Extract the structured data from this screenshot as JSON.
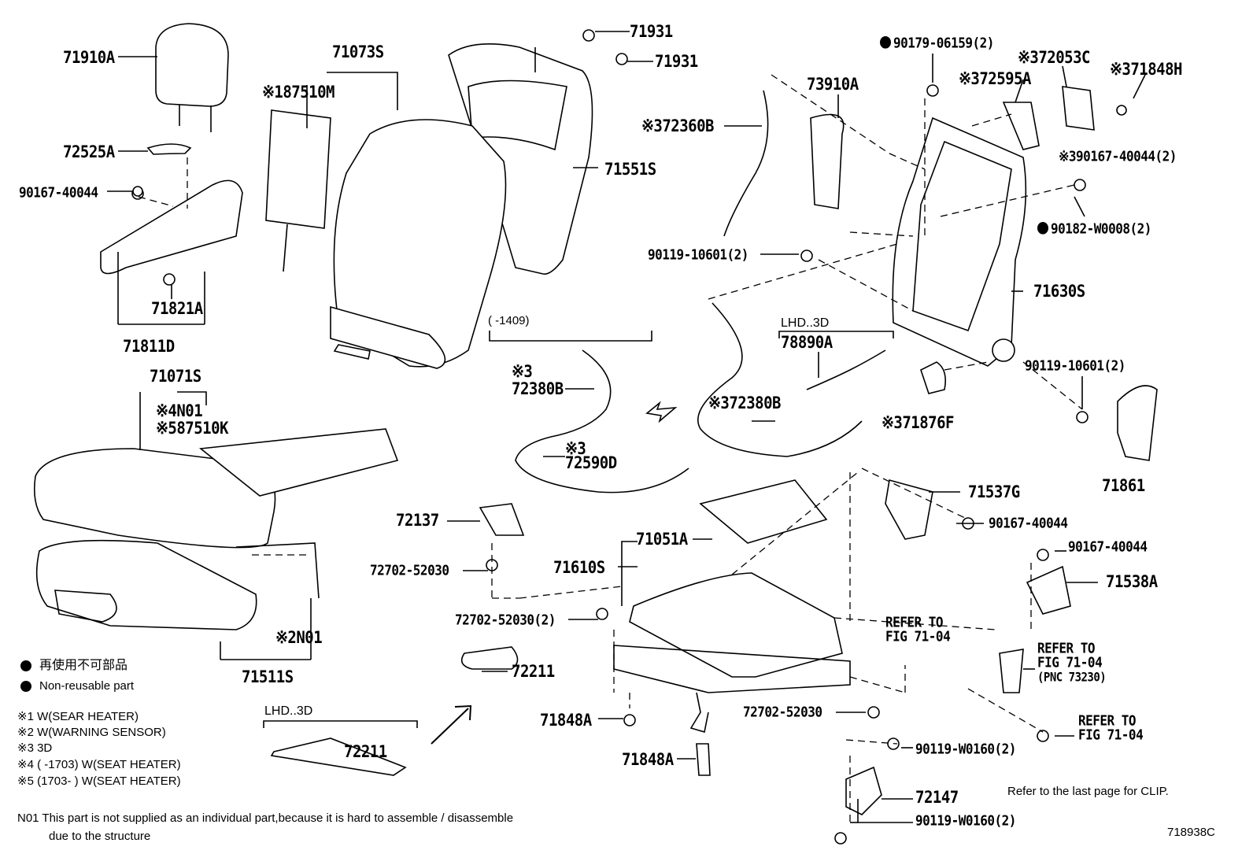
{
  "callouts": {
    "c71910A": "71910A",
    "c71073S": "71073S",
    "c87510M": "87510M",
    "c71931a": "71931",
    "c71931b": "71931",
    "c71551S": "71551S",
    "c72525A": "72525A",
    "c90167_40044_l": "90167-40044",
    "c71821A": "71821A",
    "c71811D": "71811D",
    "c71071S": "71071S",
    "cN01a": "N01",
    "c87510K": "87510K",
    "cN01b": "N01",
    "c71511S": "71511S",
    "c72360B": "72360B",
    "c90119_10601_c": "90119-10601(2)",
    "c73910A": "73910A",
    "c90179": "90179-06159(2)",
    "c72595A": "72595A",
    "c72053C": "72053C",
    "c71848H": "71848H",
    "c90167_40044_2": "90167-40044(2)",
    "c90182": "90182-W0008(2)",
    "c71630S": "71630S",
    "c90119_10601_r": "90119-10601(2)",
    "c71876F": "71876F",
    "c71861": "71861",
    "c72380B_a": "72380B",
    "c72590D": "72590D",
    "c72380B_b": "72380B",
    "c78890A": "78890A",
    "c72137": "72137",
    "c72702_a": "72702-52030",
    "c71610S": "71610S",
    "c71051A": "71051A",
    "c72702_b": "72702-52030(2)",
    "c72211_a": "72211",
    "c72211_b": "72211",
    "c71848A_a": "71848A",
    "c71848A_b": "71848A",
    "c72702_c": "72702-52030",
    "c71537G": "71537G",
    "c90167_40044_r1": "90167-40044",
    "c90167_40044_r2": "90167-40044",
    "c71538A": "71538A",
    "c90119_W0160_a": "90119-W0160(2)",
    "c72147": "72147",
    "c90119_W0160_b": "90119-W0160(2)"
  },
  "markers": {
    "m1": "※1",
    "m2": "※2",
    "m3": "※3",
    "m4": "※4",
    "m5": "※5"
  },
  "variants": {
    "range_1409": "(      -1409)",
    "lhd3d": "LHD..3D"
  },
  "refer": {
    "r1_l1": "REFER TO",
    "r1_l2": "FIG 71-04",
    "r2_l1": "REFER TO",
    "r2_l2": "FIG 71-04",
    "r2_l3": "(PNC 73230)",
    "r3_l1": "REFER TO",
    "r3_l2": "FIG 71-04"
  },
  "legend": {
    "nonreusable_jp": "再使用不可部品",
    "nonreusable_en": "Non-reusable part",
    "notes": [
      {
        "mark": "※1",
        "text": "W(SEAR HEATER)"
      },
      {
        "mark": "※2",
        "text": "W(WARNING SENSOR)"
      },
      {
        "mark": "※3",
        "text": "3D"
      },
      {
        "mark": "※4",
        "text": "(       -1703) W(SEAT HEATER)"
      },
      {
        "mark": "※5",
        "text": "(1703-       ) W(SEAT HEATER)"
      }
    ],
    "n01_line1": "N01  This part is not supplied as an individual part,because it is hard to assemble / disassemble",
    "n01_line2": "due to the structure"
  },
  "footer": {
    "clip_note": "Refer to the last page for CLIP.",
    "figure_id": "718938C"
  }
}
